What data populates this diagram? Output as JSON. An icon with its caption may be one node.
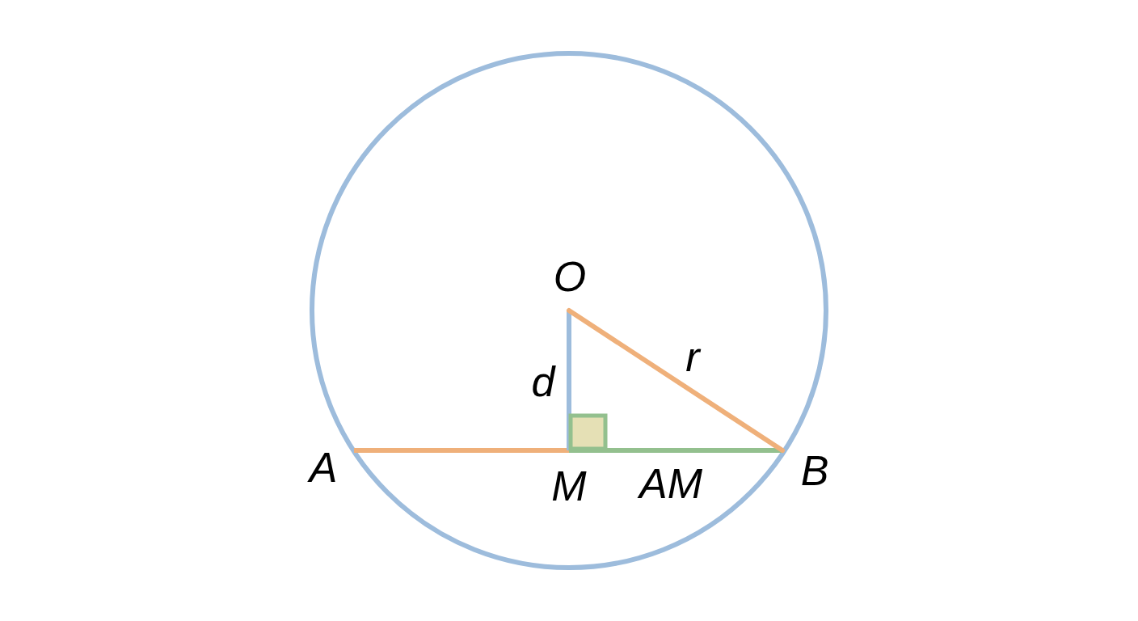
{
  "diagram": {
    "labels": [
      "O",
      "r",
      "d",
      "A",
      "B",
      "M",
      "AM"
    ]
  }
}
